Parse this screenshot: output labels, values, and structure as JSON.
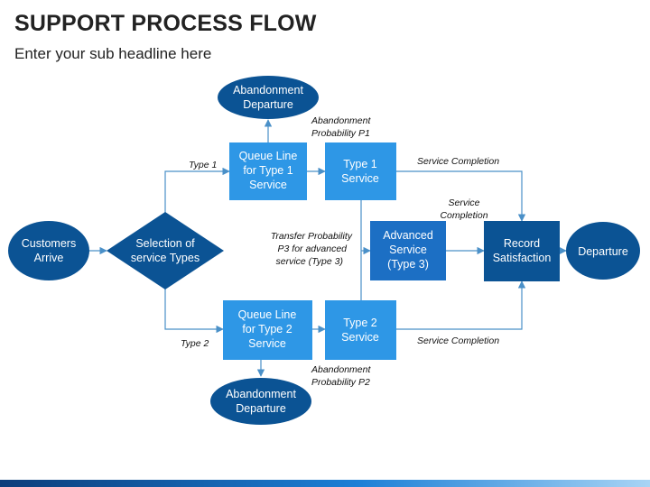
{
  "header": {
    "title": "SUPPORT PROCESS FLOW",
    "subtitle": "Enter your sub headline here"
  },
  "nodes": {
    "customers_arrive": [
      "Customers",
      "Arrive"
    ],
    "selection": [
      "Selection of",
      "service Types"
    ],
    "abandon_top": [
      "Abandonment",
      "Departure"
    ],
    "abandon_bottom": [
      "Abandonment",
      "Departure"
    ],
    "queue1": [
      "Queue Line",
      "for Type 1",
      "Service"
    ],
    "queue2": [
      "Queue Line",
      "for Type 2",
      "Service"
    ],
    "type1": [
      "Type 1",
      "Service"
    ],
    "type2": [
      "Type 2",
      "Service"
    ],
    "advanced": [
      "Advanced",
      "Service",
      "(Type 3)"
    ],
    "record": [
      "Record",
      "Satisfaction"
    ],
    "departure": [
      "Departure"
    ]
  },
  "labels": {
    "type1": "Type 1",
    "type2": "Type 2",
    "abandon_p1": [
      "Abandonment",
      "Probability P1"
    ],
    "abandon_p2": [
      "Abandonment",
      "Probability P2"
    ],
    "service_completion_top": "Service Completion",
    "service_completion_mid": [
      "Service",
      "Completion"
    ],
    "service_completion_bottom": "Service Completion",
    "transfer": [
      "Transfer Probability",
      "P3 for advanced",
      "service (Type 3)"
    ]
  },
  "colors": {
    "dark_blue": "#0b5394",
    "light_blue": "#2e97e6",
    "mid_blue": "#1c6fc4",
    "line": "#4a90c8"
  }
}
